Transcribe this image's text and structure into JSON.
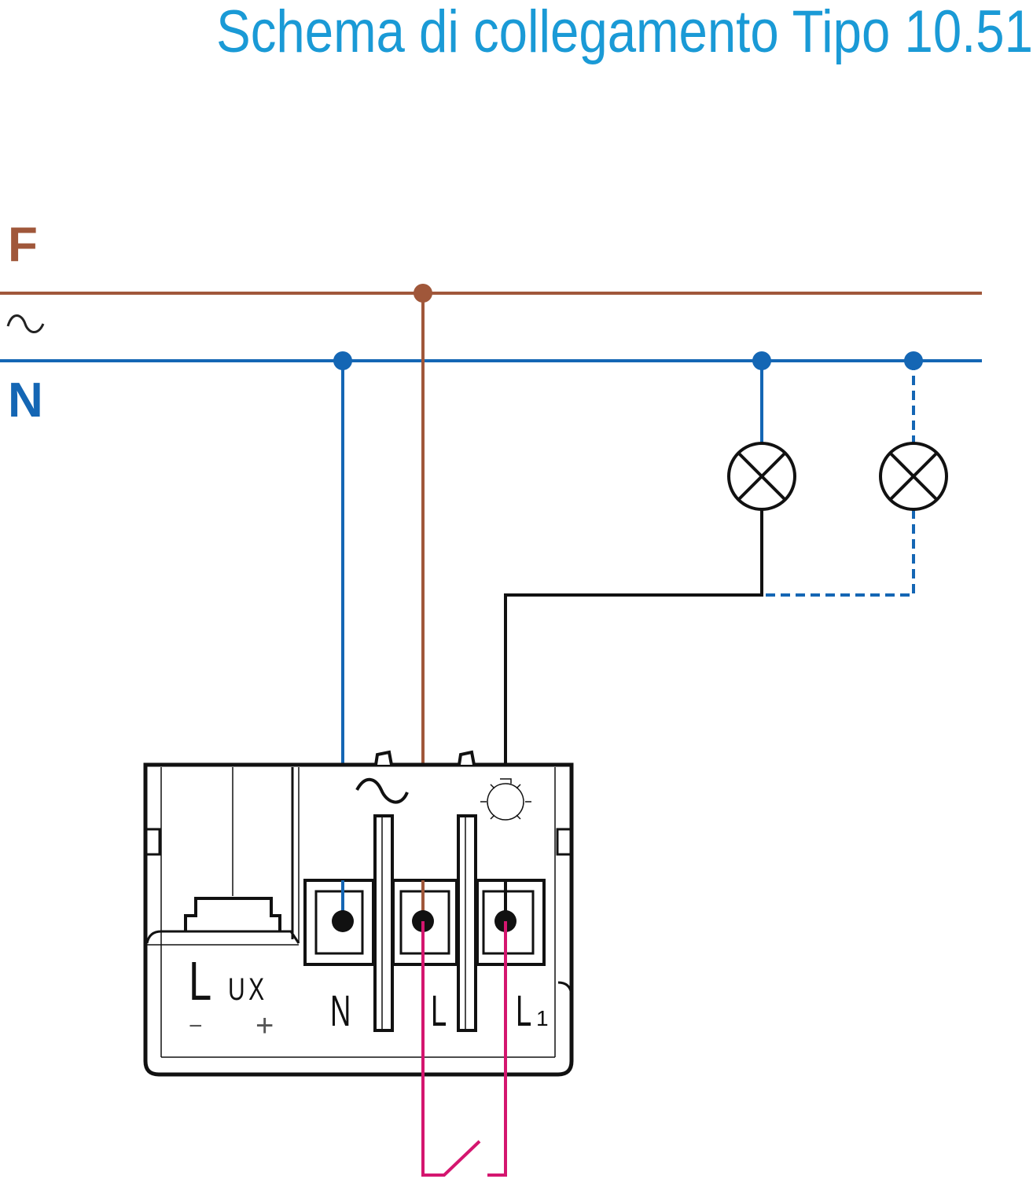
{
  "title": "Schema di collegamento Tipo 10.51",
  "lines": {
    "phase_label": "F",
    "ac_symbol": "∿",
    "neutral_label": "N"
  },
  "device": {
    "lux_label_big": "L",
    "lux_label_small": "UX",
    "minus": "−",
    "plus": "+",
    "terminals": [
      {
        "label": "N"
      },
      {
        "label": "L"
      },
      {
        "label": "L",
        "sub": "1"
      }
    ]
  },
  "colors": {
    "title": "#1a9ad6",
    "phase": "#a0573a",
    "neutral": "#1466b4",
    "load": "#111111",
    "switch": "#d4166f"
  }
}
